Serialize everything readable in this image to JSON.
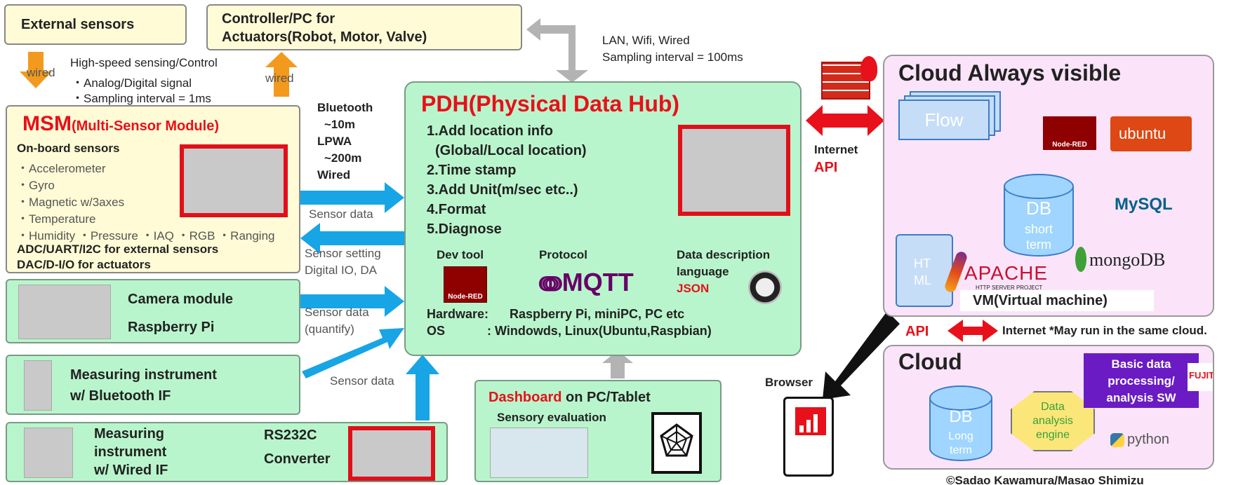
{
  "external_sensors": "External sensors",
  "controller": {
    "line1": "Controller/PC for",
    "line2": "Actuators(Robot, Motor, Valve)"
  },
  "lan_note": {
    "line1": "LAN, Wifi, Wired",
    "line2": "Sampling interval = 100ms"
  },
  "wired_left": "wired",
  "wired_right": "wired",
  "highspeed": {
    "line1": "High-speed sensing/Control",
    "line2": "・Analog/Digital signal",
    "line3": "・Sampling interval = 1ms"
  },
  "msm": {
    "title_big": "MSM",
    "title_small": "(Multi-Sensor Module)",
    "onboard": "On-board sensors",
    "items": [
      "・Accelerometer",
      "・Gyro",
      "・Magnetic w/3axes",
      "・Temperature",
      "・Humidity ・Pressure ・IAQ ・RGB ・Ranging"
    ],
    "adc": "ADC/UART/I2C for external sensors",
    "dac": "DAC/D-I/O for actuators"
  },
  "radio": {
    "l1": "Bluetooth",
    "l2": "~10m",
    "l3": "LPWA",
    "l4": "~200m",
    "l5": "Wired"
  },
  "arrow_labels": {
    "sensor_data1": "Sensor data",
    "sensor_setting1": "Sensor setting",
    "sensor_setting2": "Digital IO, DA",
    "sensor_data_q1": "Sensor data",
    "sensor_data_q2": "(quantify)",
    "sensor_data3": "Sensor data"
  },
  "camera": {
    "l1": "Camera module",
    "l2": "Raspberry Pi"
  },
  "instrument_bt": {
    "l1": "Measuring instrument",
    "l2": "w/ Bluetooth IF"
  },
  "instrument_wired": {
    "l1": "Measuring",
    "l2": "instrument",
    "l3": "w/ Wired IF",
    "rs1": "RS232C",
    "rs2": "Converter"
  },
  "pdh": {
    "title": "PDH(Physical Data Hub)",
    "steps": [
      "1.Add location info",
      " (Global/Local location)",
      "2.Time stamp",
      "3.Add Unit(m/sec etc..)",
      "4.Format",
      "5.Diagnose"
    ],
    "devtool": "Dev tool",
    "protocol": "Protocol",
    "datadesc1": "Data description",
    "datadesc2": "language",
    "json": "JSON",
    "mqtt": "MQTT",
    "nodered": "Node-RED",
    "hw_label": "Hardware:",
    "hw_value": "Raspberry Pi, miniPC, PC etc",
    "os_label": "OS",
    "os_value": ": Windowds, Linux(Ubuntu,Raspbian)"
  },
  "dashboard": {
    "title_red": "Dashboard",
    "title_rest": " on PC/Tablet",
    "sub": "Sensory evaluation"
  },
  "internet_api": {
    "internet": "Internet",
    "api": "API"
  },
  "cloud1": {
    "title": "Cloud Always visible",
    "flow": "Flow",
    "db1": "DB",
    "db2": "short",
    "db3": "term",
    "html1": "HT",
    "html2": "ML",
    "apache": "APACHE",
    "apache_sub": "HTTP SERVER PROJECT",
    "nodered": "Node-RED",
    "ubuntu": "ubuntu",
    "mysql": "MySQL",
    "mongodb": "mongoDB",
    "vm": "VM(Virtual machine)"
  },
  "api_note": {
    "api": "API",
    "text": "Internet *May run in the same cloud."
  },
  "browser": "Browser",
  "cloud2": {
    "title": "Cloud",
    "db1": "DB",
    "db2": "Long",
    "db3": "term",
    "engine1": "Data",
    "engine2": "analysis",
    "engine3": "engine",
    "basic1": "Basic data",
    "basic2": "processing/",
    "basic3": "analysis SW",
    "fujitsu": "FUJITSU",
    "python": "python"
  },
  "credit": "©Sadao Kawamura/Masao Shimizu",
  "colors": {
    "green_box": "#b9f5cc",
    "yellow_box": "#fffbd6",
    "pink_box": "#fbe4fa",
    "red": "#e8101a",
    "blue_arrow": "#17a5e6",
    "orange_arrow": "#f39a1e",
    "grey_arrow": "#b3b3b3",
    "purple": "#6a1bc4"
  }
}
